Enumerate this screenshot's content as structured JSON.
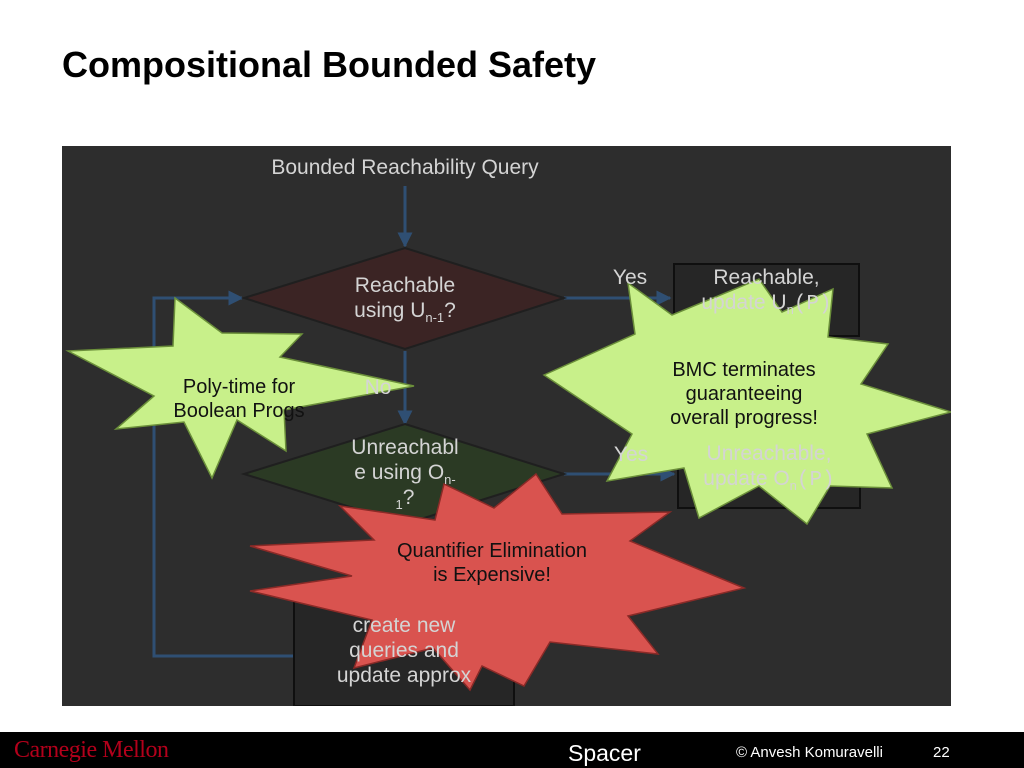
{
  "title": "Compositional Bounded Safety",
  "diagram": {
    "query_label": "Bounded Reachability Query",
    "decision1": {
      "line1": "Reachable",
      "line2_pre": "using U",
      "sub": "n-1",
      "line2_post": "?"
    },
    "decision2": {
      "line1": "Unreachabl",
      "line2_pre": "e using O",
      "sub": "n-",
      "line3_sub": "1",
      "line3_post": "?"
    },
    "box1": {
      "line1": "Reachable,",
      "line2_pre": "update U",
      "sub": "n",
      "code": "(P)"
    },
    "box2": {
      "line1": "Unreachable,",
      "line2_pre": "update O",
      "sub": "n",
      "code": "(P)"
    },
    "box3": {
      "line1": "create new",
      "line2": "queries and",
      "line3": "update approx"
    },
    "edge_yes_1": "Yes",
    "edge_yes_2": "Yes",
    "edge_no": "No",
    "callouts": {
      "poly_time": {
        "line1": "Poly-time for",
        "line2": "Boolean Progs",
        "color": "#c8f08a"
      },
      "bmc": {
        "line1": "BMC terminates",
        "line2": "guaranteeing",
        "line3": "overall progress!",
        "color": "#c8f08a"
      },
      "qe": {
        "line1": "Quantifier Elimination",
        "line2": "is Expensive!",
        "color": "#d9534f"
      }
    },
    "colors": {
      "background": "#2d2d2d",
      "connector": "#2f4f73",
      "decision1_fill": "#3b2424",
      "decision2_fill": "#2b3a24"
    }
  },
  "footer": {
    "brand": "Carnegie Mellon",
    "project": "Spacer",
    "author": "© Anvesh Komuravelli",
    "page": "22",
    "brand_color": "#b3001b"
  }
}
